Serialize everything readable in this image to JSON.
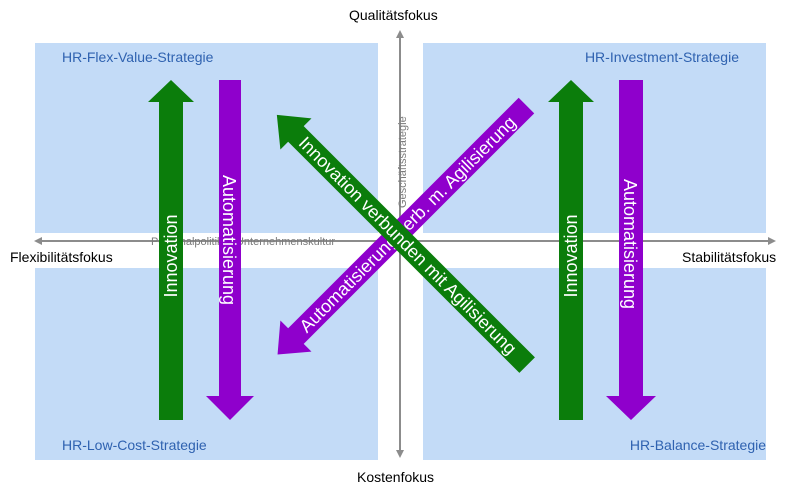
{
  "quadrants": {
    "top_left": "HR-Flex-Value-Strategie",
    "top_right": "HR-Investment-Strategie",
    "bottom_left": "HR-Low-Cost-Strategie",
    "bottom_right": "HR-Balance-Strategie"
  },
  "axes": {
    "top": "Qualitätsfokus",
    "bottom": "Kostenfokus",
    "left": "Flexibilitätsfokus",
    "right": "Stabilitätsfokus",
    "horizontal_note": "Personalpolitik & Unternehmenskultur",
    "vertical_note": "Geschäftsstrategie"
  },
  "arrows": {
    "innovation": "Innovation",
    "automatisierung": "Automatisierung",
    "diag_green": "Innovation verbunden mit Agilisierung",
    "diag_purple": "Automatisierung verb. m. Agilisierung"
  },
  "colors": {
    "quadrant_fill": "#c3dbf7",
    "quadrant_label": "#2f62b0",
    "green": "#0b7d0b",
    "purple": "#8f00cc",
    "axis": "#8c8c8c"
  }
}
